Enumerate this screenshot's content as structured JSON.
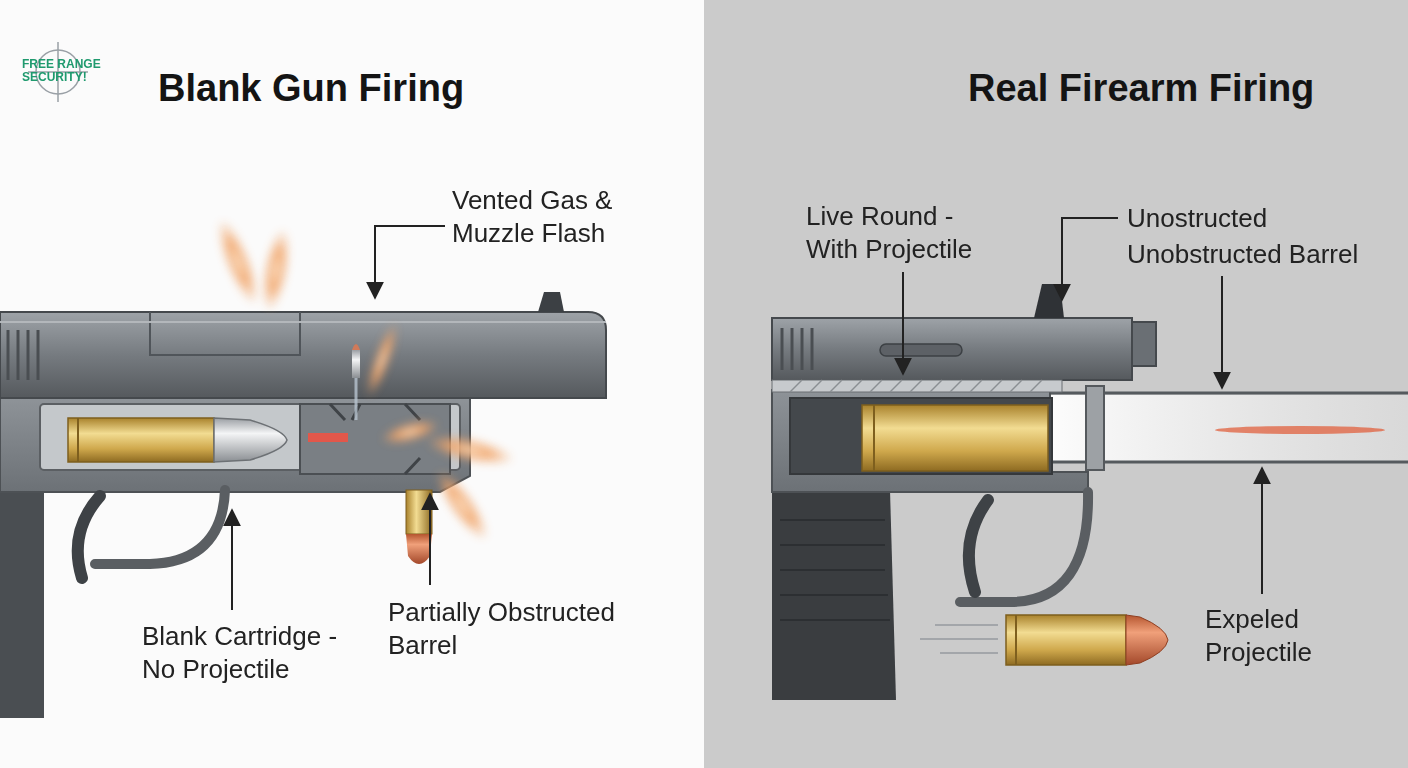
{
  "diagram": {
    "nodes": [
      {
        "text": [
          "Blank Gun Firing"
        ]
      },
      {
        "text": [
          "Real Firearm Firing"
        ]
      }
    ],
    "labels": [
      "FREE RANGE SECURITY!",
      "Vented Gas & Muzzle Flash",
      "Blank Cartridge - No Projectile",
      "Partially Obstructed Barrel",
      "Live Round - With Projectile",
      "Unostructed",
      "Unobstructed Barrel",
      "Expeled Projectile"
    ]
  }
}
